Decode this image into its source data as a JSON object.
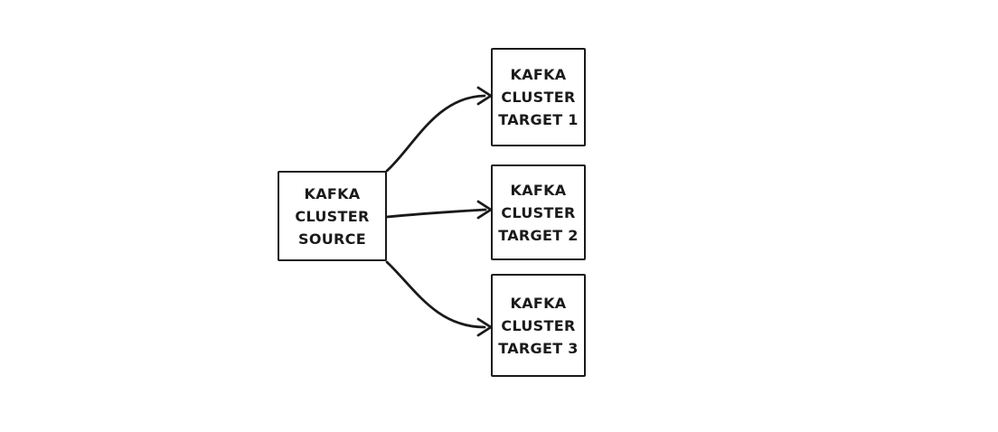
{
  "diagram": {
    "type": "flow-diagram",
    "background_color": "#ffffff",
    "stroke_color": "#1a1a1a",
    "nodes": {
      "source": {
        "lines": [
          "KAFKA",
          "CLUSTER",
          "SOURCE"
        ]
      },
      "target1": {
        "lines": [
          "KAFKA",
          "CLUSTER",
          "TARGET 1"
        ]
      },
      "target2": {
        "lines": [
          "KAFKA",
          "CLUSTER",
          "TARGET 2"
        ]
      },
      "target3": {
        "lines": [
          "KAFKA",
          "CLUSTER",
          "TARGET 3"
        ]
      }
    },
    "edges": [
      {
        "from": "source",
        "to": "target1",
        "arrow": "end"
      },
      {
        "from": "source",
        "to": "target2",
        "arrow": "end"
      },
      {
        "from": "source",
        "to": "target3",
        "arrow": "end"
      }
    ]
  }
}
